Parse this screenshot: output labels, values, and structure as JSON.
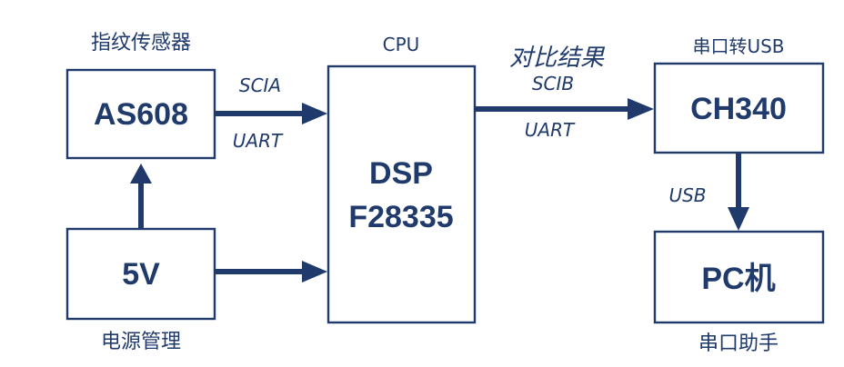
{
  "nodes": {
    "as608": {
      "label": "AS608",
      "caption": "指纹传感器"
    },
    "power": {
      "label": "5V",
      "caption": "电源管理"
    },
    "dsp": {
      "label_line1": "DSP",
      "label_line2": "F28335",
      "caption": "CPU"
    },
    "ch340": {
      "label": "CH340",
      "caption": "串口转USB"
    },
    "pc": {
      "label": "PC机",
      "caption": "串口助手"
    }
  },
  "edges": {
    "as608_to_dsp": {
      "label_top": "SCIA",
      "label_bottom": "UART"
    },
    "dsp_to_ch340": {
      "label_title": "对比结果",
      "label_top": "SCIB",
      "label_bottom": "UART"
    },
    "ch340_to_pc": {
      "label": "USB"
    }
  },
  "colors": {
    "primary": "#1f3a6b",
    "background": "#ffffff"
  }
}
